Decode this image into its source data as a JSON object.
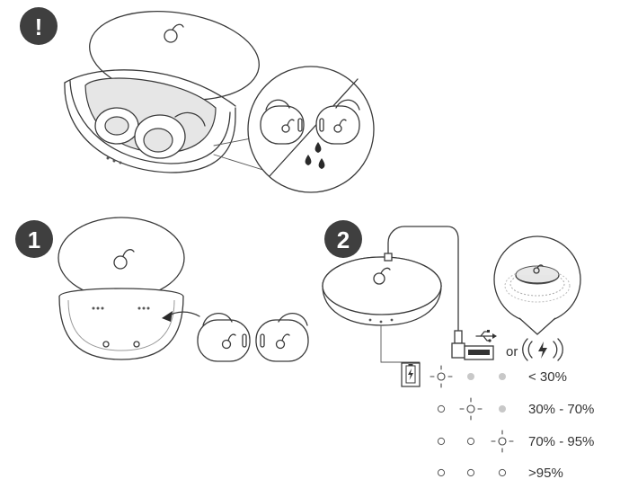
{
  "warning": {
    "badge": "!"
  },
  "steps": [
    {
      "badge": "1"
    },
    {
      "badge": "2"
    }
  ],
  "charging": {
    "or_label": "or",
    "rows": [
      {
        "label": "< 30%",
        "leds": [
          "blink",
          "on",
          "on"
        ]
      },
      {
        "label": "30% - 70%",
        "leds": [
          "off",
          "blink",
          "on"
        ]
      },
      {
        "label": "70% - 95%",
        "leds": [
          "off",
          "off",
          "blink"
        ]
      },
      {
        "label": ">95%",
        "leds": [
          "off",
          "off",
          "off"
        ]
      }
    ]
  },
  "colors": {
    "badge": "#3f3f3f",
    "line": "#3a3a3a",
    "led_on": "#c8c8c8"
  },
  "icons": [
    "warning-icon",
    "water-drop-icon",
    "usb-icon",
    "wireless-charging-icon",
    "battery-charging-icon",
    "brand-logo-icon"
  ]
}
